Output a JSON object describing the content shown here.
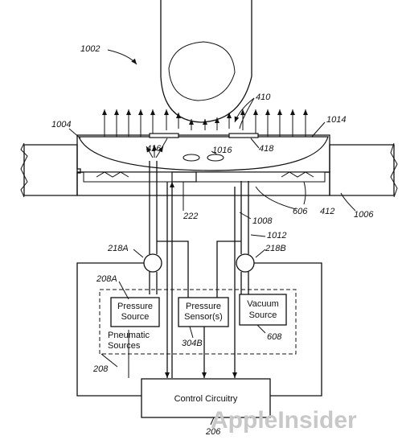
{
  "labels": {
    "fig": "1002",
    "l410": "410",
    "l1004": "1004",
    "l1014": "1014",
    "l416": "416",
    "l418": "418",
    "l1016": "1016",
    "l606": "606",
    "l412": "412",
    "l1006": "1006",
    "l222": "222",
    "l1008": "1008",
    "l1012": "1012",
    "l218a": "218A",
    "l218b": "218B",
    "l208a": "208A",
    "l304b": "304B",
    "l608": "608",
    "l208": "208",
    "l206": "206"
  },
  "boxes": {
    "pressure_source": [
      "Pressure",
      "Source"
    ],
    "pressure_sensor": [
      "Pressure",
      "Sensor(s)"
    ],
    "vacuum_source": [
      "Vacuum",
      "Source"
    ],
    "pneumatic": [
      "Pneumatic",
      "Sources"
    ],
    "control": "Control Circuitry"
  },
  "watermark": "AppleInsider"
}
